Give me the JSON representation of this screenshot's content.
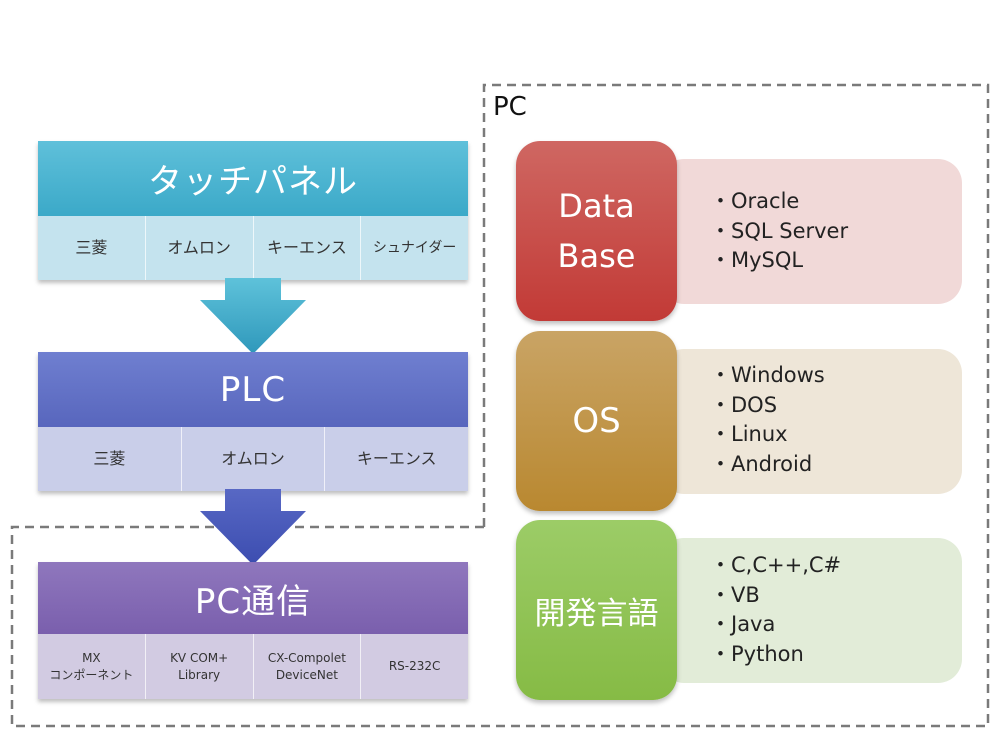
{
  "pc_box": {
    "label": "PC"
  },
  "touch_panel": {
    "title": "タッチパネル",
    "vendors": [
      "三菱",
      "オムロン",
      "キーエンス",
      "シュナイダー"
    ]
  },
  "plc": {
    "title": "PLC",
    "vendors": [
      "三菱",
      "オムロン",
      "キーエンス"
    ]
  },
  "pc_comm": {
    "title": "PC通信",
    "items": [
      {
        "line1": "MX",
        "line2": "コンポーネント"
      },
      {
        "line1": "KV COM+",
        "line2": "Library"
      },
      {
        "line1": "CX-Compolet",
        "line2": "DeviceNet"
      },
      {
        "line1": "RS-232C",
        "line2": ""
      }
    ]
  },
  "database": {
    "title_line1": "Data",
    "title_line2": "Base",
    "items": [
      "Oracle",
      "SQL Server",
      "MySQL"
    ]
  },
  "os": {
    "title": "OS",
    "items": [
      "Windows",
      "DOS",
      "Linux",
      "Android"
    ]
  },
  "language": {
    "title": "開発言語",
    "items": [
      "C,C++,C#",
      "VB",
      "Java",
      "Python"
    ]
  },
  "colors": {
    "touch_panel": "#4fb6d3",
    "plc": "#5f6ec4",
    "pc_comm": "#8468b3",
    "database": "#c9504c",
    "os": "#c1964a",
    "language": "#92c456"
  }
}
